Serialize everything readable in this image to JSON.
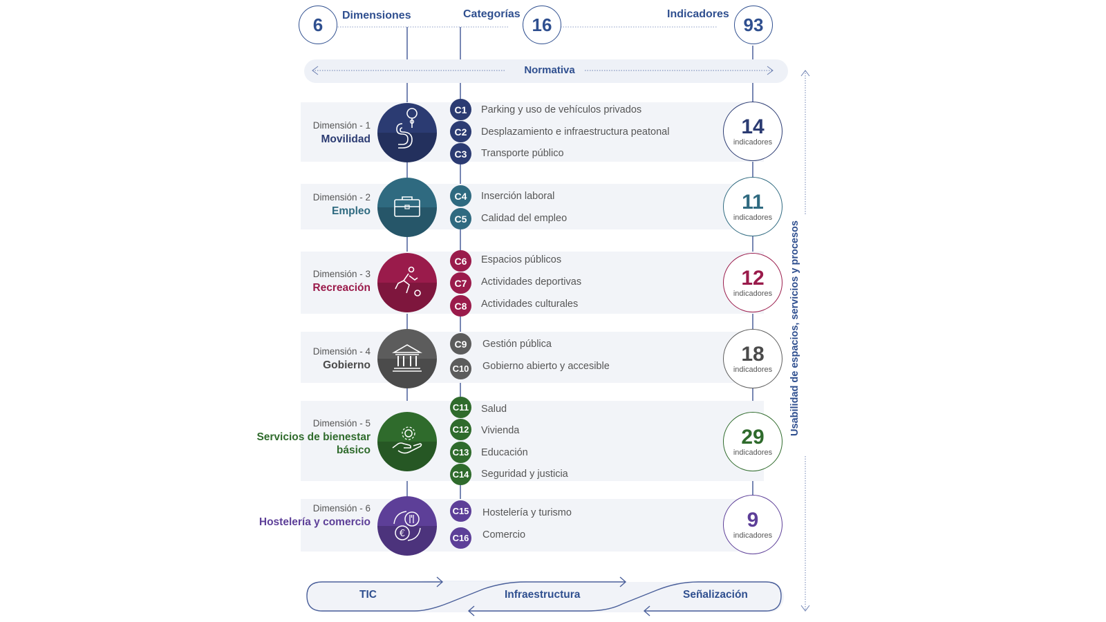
{
  "header": {
    "dimensiones_num": "6",
    "dimensiones_label": "Dimensiones",
    "categorias_label": "Categorías",
    "categorias_num": "16",
    "indicadores_label": "Indicadores",
    "indicadores_num": "93"
  },
  "normativa_label": "Normativa",
  "vertical_label": "Usabilidad de espacios, servicios y procesos",
  "indicadores_word": "indicadores",
  "dimensions": [
    {
      "prefix": "Dimensión - 1",
      "name": "Movilidad",
      "color": "#2b3b72",
      "icon": "map-route-icon",
      "indicators": "14",
      "categories": [
        {
          "code": "C1",
          "name": "Parking y uso de vehículos privados"
        },
        {
          "code": "C2",
          "name": "Desplazamiento e infraestructura peatonal"
        },
        {
          "code": "C3",
          "name": "Transporte público"
        }
      ]
    },
    {
      "prefix": "Dimensión - 2",
      "name": "Empleo",
      "color": "#2f6a80",
      "icon": "briefcase-icon",
      "indicators": "11",
      "categories": [
        {
          "code": "C4",
          "name": "Inserción laboral"
        },
        {
          "code": "C5",
          "name": "Calidad del empleo"
        }
      ]
    },
    {
      "prefix": "Dimensión - 3",
      "name": "Recreación",
      "color": "#9a1b4b",
      "icon": "runner-ball-icon",
      "indicators": "12",
      "categories": [
        {
          "code": "C6",
          "name": "Espacios públicos"
        },
        {
          "code": "C7",
          "name": "Actividades deportivas"
        },
        {
          "code": "C8",
          "name": "Actividades culturales"
        }
      ]
    },
    {
      "prefix": "Dimensión - 4",
      "name": "Gobierno",
      "color": "#5c5c5c",
      "icon": "government-building-icon",
      "indicators": "18",
      "categories": [
        {
          "code": "C9",
          "name": "Gestión pública"
        },
        {
          "code": "C10",
          "name": "Gobierno abierto y accesible"
        }
      ]
    },
    {
      "prefix": "Dimensión - 5",
      "name": "Servicios de bienestar básico",
      "color": "#2f6b2c",
      "icon": "hand-gear-icon",
      "indicators": "29",
      "categories": [
        {
          "code": "C11",
          "name": "Salud"
        },
        {
          "code": "C12",
          "name": "Vivienda"
        },
        {
          "code": "C13",
          "name": "Educación"
        },
        {
          "code": "C14",
          "name": "Seguridad y justicia"
        }
      ]
    },
    {
      "prefix": "Dimensión - 6",
      "name": "Hostelería y comercio",
      "color": "#5d3f98",
      "icon": "food-euro-icon",
      "indicators": "9",
      "categories": [
        {
          "code": "C15",
          "name": "Hostelería y turismo"
        },
        {
          "code": "C16",
          "name": "Comercio"
        }
      ]
    }
  ],
  "bottom": {
    "tic": "TIC",
    "infraestructura": "Infraestructura",
    "senalizacion": "Señalización"
  }
}
